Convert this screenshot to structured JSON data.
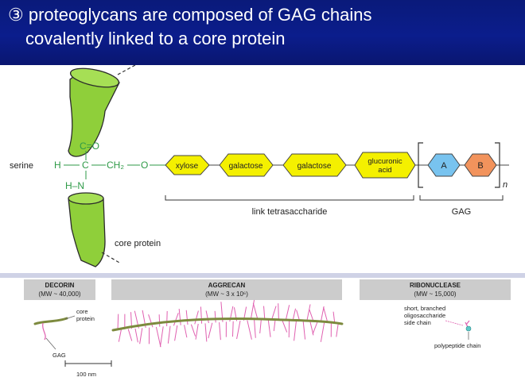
{
  "slide": {
    "title_line1": "③ proteoglycans are composed of GAG chains",
    "title_line2": "covalently linked to a core protein"
  },
  "top_diagram": {
    "serine_label": "serine",
    "carbonyl": "C=O",
    "h_left": "H",
    "alpha_c": "C",
    "ch2": "CH₂",
    "oxygen": "O",
    "amine": "H–N",
    "sugars": [
      "xylose",
      "galactose",
      "galactose",
      "glucuronic acid"
    ],
    "gag_units": [
      "A",
      "B"
    ],
    "repeat_subscript": "n",
    "link_label": "link tetrasaccharide",
    "gag_label": "GAG",
    "core_protein_label": "core protein"
  },
  "bottom_diagram": {
    "decorin": {
      "name": "DECORIN",
      "mw": "(MW ~ 40,000)"
    },
    "aggrecan": {
      "name": "AGGRECAN",
      "mw": "(MW ~ 3 x 10⁶)"
    },
    "ribonuclease": {
      "name": "RIBONUCLEASE",
      "mw": "(MW ~ 15,000)"
    },
    "core_label_1": "core",
    "core_label_2": "protein",
    "gag_label": "GAG",
    "scale_label": "100 nm",
    "rnase_side_1": "short, branched",
    "rnase_side_2": "oligosaccharide",
    "rnase_side_3": "side chain",
    "polypeptide_label": "polypeptide chain"
  },
  "colors": {
    "header_bg": "#0b1d8c",
    "protein_green": "#8fcf3a",
    "sugar_yellow": "#f4f000",
    "gag_blue": "#78c3ef",
    "gag_orange": "#f2935c",
    "chemistry_green": "#2e9a47",
    "gag_pink": "#e060b0",
    "core_olive": "#7d8a3e"
  }
}
